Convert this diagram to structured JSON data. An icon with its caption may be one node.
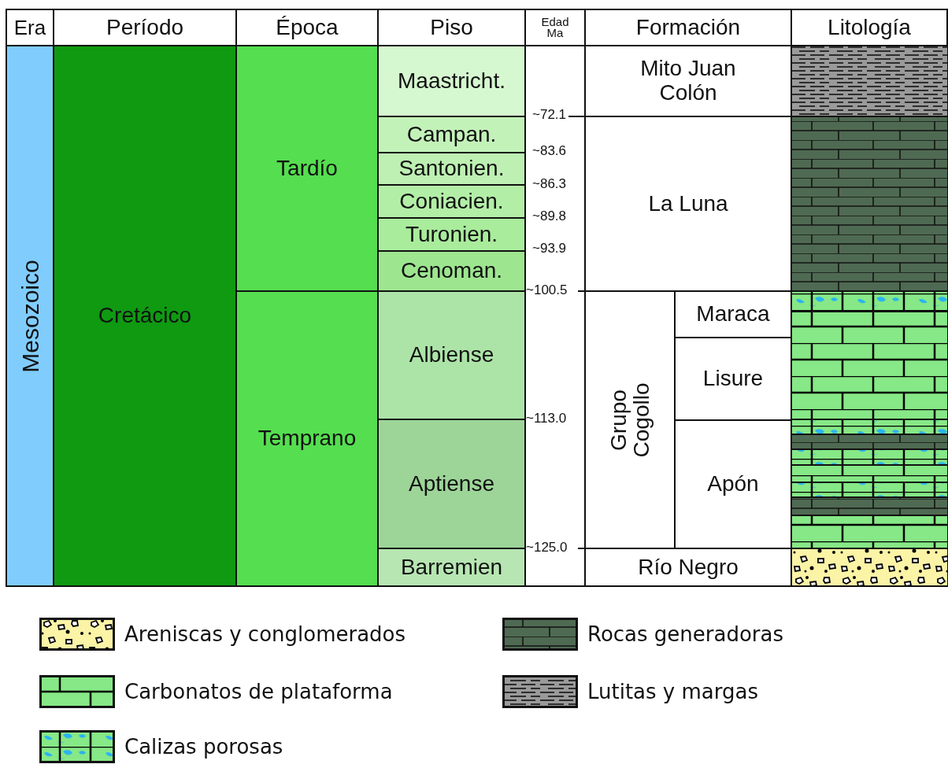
{
  "diagram": {
    "nodes": [
      {
        "text": [
          "Era"
        ]
      },
      {
        "text": [
          "Período"
        ]
      },
      {
        "text": [
          "Época"
        ]
      },
      {
        "text": [
          "Piso"
        ]
      },
      {
        "text": [
          "Edad Ma"
        ]
      },
      {
        "text": [
          "Formación"
        ]
      },
      {
        "text": [
          "Litología"
        ]
      },
      {
        "text": [
          "Mesozoico"
        ]
      },
      {
        "text": [
          "Cretácico"
        ]
      },
      {
        "text": [
          "Tardío"
        ]
      },
      {
        "text": [
          "Temprano"
        ]
      },
      {
        "text": [
          "Maastricht."
        ]
      },
      {
        "text": [
          "Campan."
        ]
      },
      {
        "text": [
          "Santonien."
        ]
      },
      {
        "text": [
          "Coniacien."
        ]
      },
      {
        "text": [
          "Turonien."
        ]
      },
      {
        "text": [
          "Cenoman."
        ]
      },
      {
        "text": [
          "Albiense"
        ]
      },
      {
        "text": [
          "Aptiense"
        ]
      },
      {
        "text": [
          "Barremien"
        ]
      },
      {
        "text": [
          "Mito Juan Colón"
        ]
      },
      {
        "text": [
          "La Luna"
        ]
      },
      {
        "text": [
          "Grupo Cogollo"
        ]
      },
      {
        "text": [
          "Maraca"
        ]
      },
      {
        "text": [
          "Lisure"
        ]
      },
      {
        "text": [
          "Apón"
        ]
      },
      {
        "text": [
          "Río Negro"
        ]
      }
    ],
    "edges": [],
    "labels": [
      "~72.1",
      "~83.6",
      "~86.3",
      "~89.8",
      "~93.9",
      "~100.5",
      "~113.0",
      "~125.0"
    ],
    "legend": [
      {
        "text": "Areniscas y conglomerados"
      },
      {
        "text": "Carbonatos de plataforma"
      },
      {
        "text": "Calizas porosas"
      },
      {
        "text": "Rocas generadoras"
      },
      {
        "text": "Lutitas y margas"
      }
    ]
  }
}
